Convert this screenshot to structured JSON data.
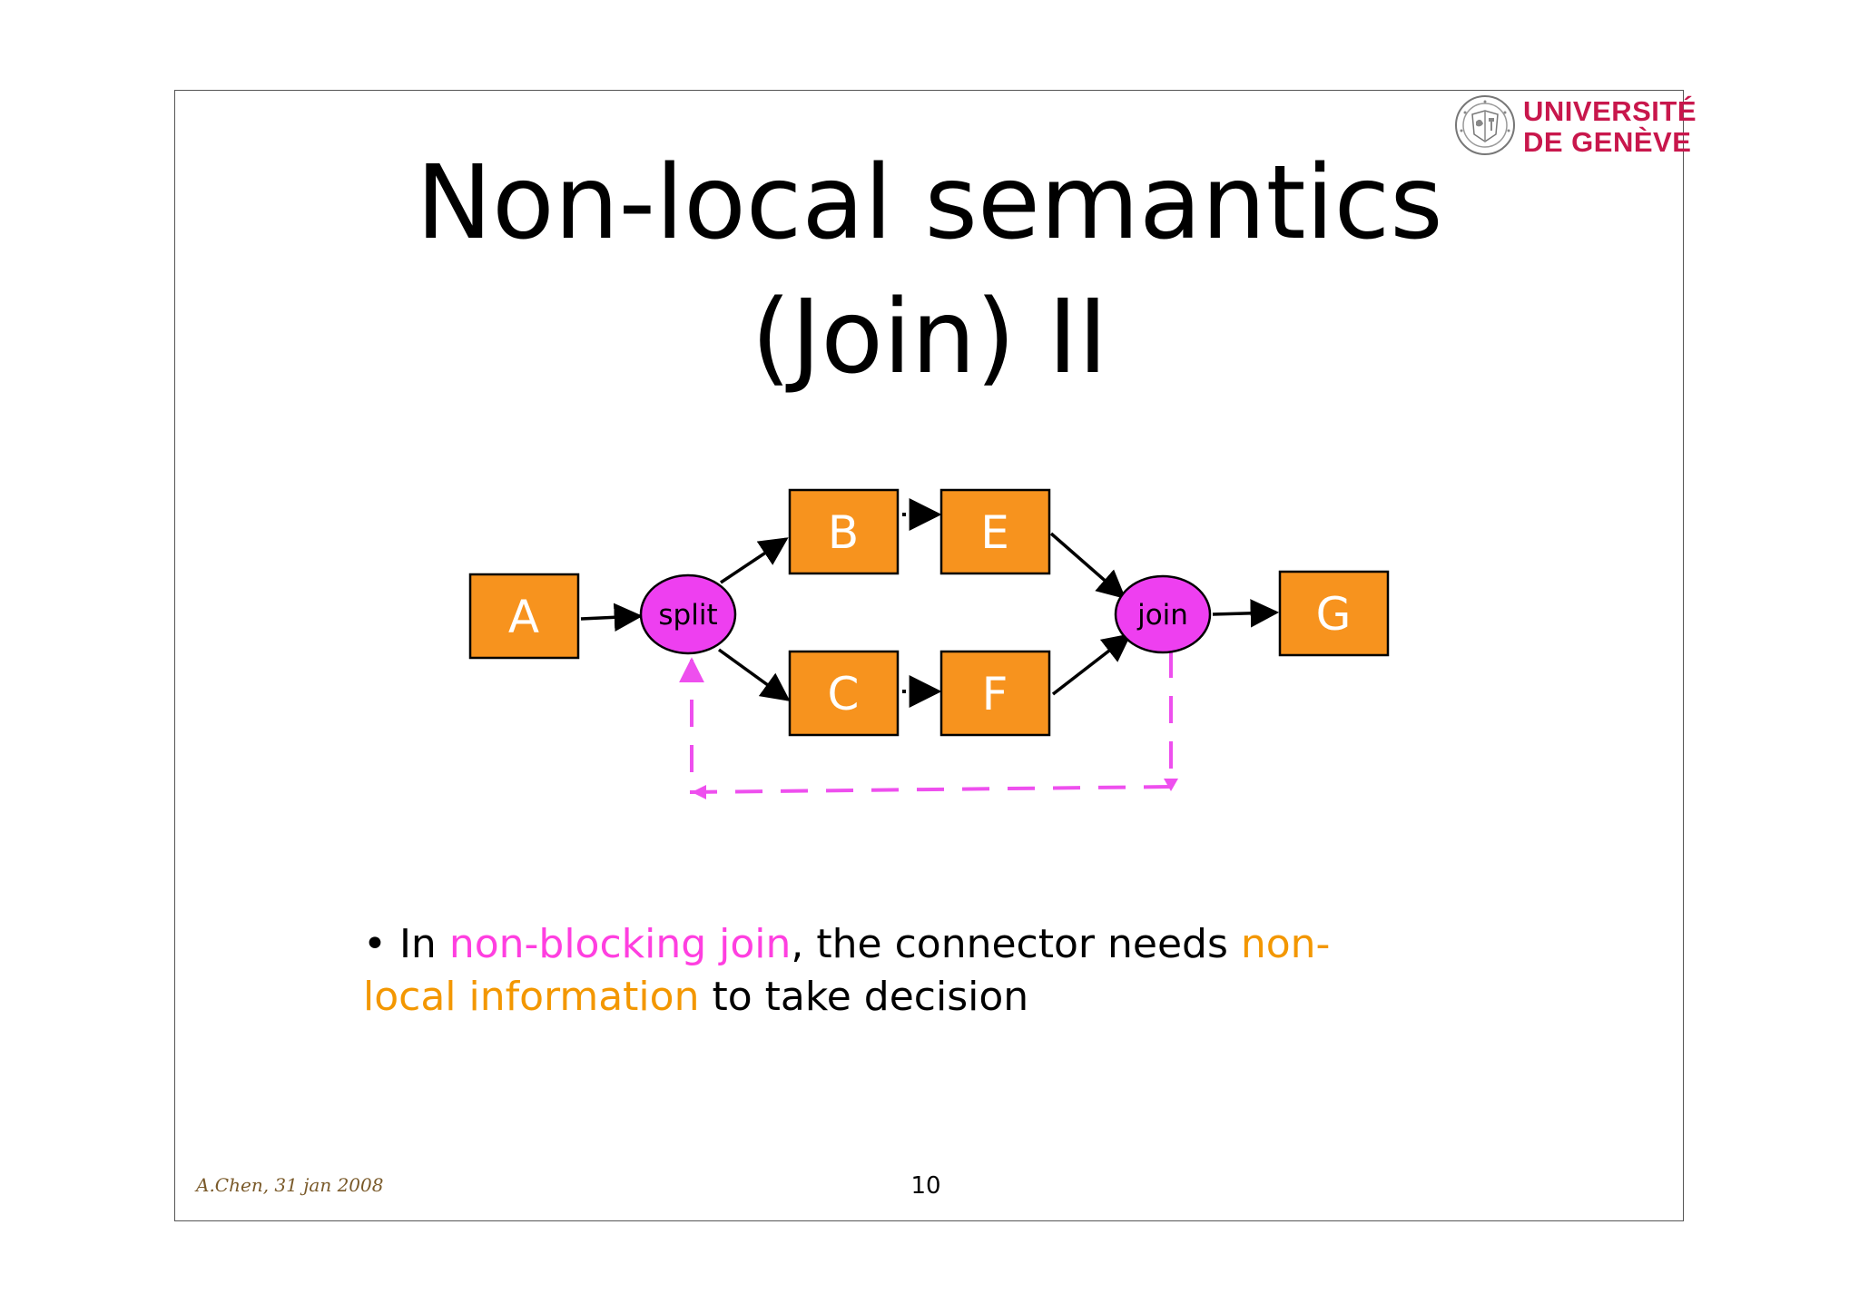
{
  "logo": {
    "line1": "UNIVERSITÉ",
    "line2": "DE GENÈVE",
    "color": "#c8174c"
  },
  "title": {
    "line1": "Non-local semantics",
    "line2": "(Join) II"
  },
  "diagram": {
    "nodes": {
      "a": "A",
      "b": "B",
      "c": "C",
      "e": "E",
      "f": "F",
      "g": "G",
      "split": "split",
      "join": "join"
    },
    "colors": {
      "task_fill": "#f7931e",
      "connector_fill": "#ee3ff0",
      "feedback_edge": "#ee4fee"
    }
  },
  "bullet": {
    "marker": "•",
    "part1": "In ",
    "part2": "non-blocking join",
    "part3": ", the connector needs ",
    "part4": "non-local information",
    "part5": " to take decision"
  },
  "footer": {
    "author": "A.Chen, 31 jan 2008",
    "page": "10"
  }
}
